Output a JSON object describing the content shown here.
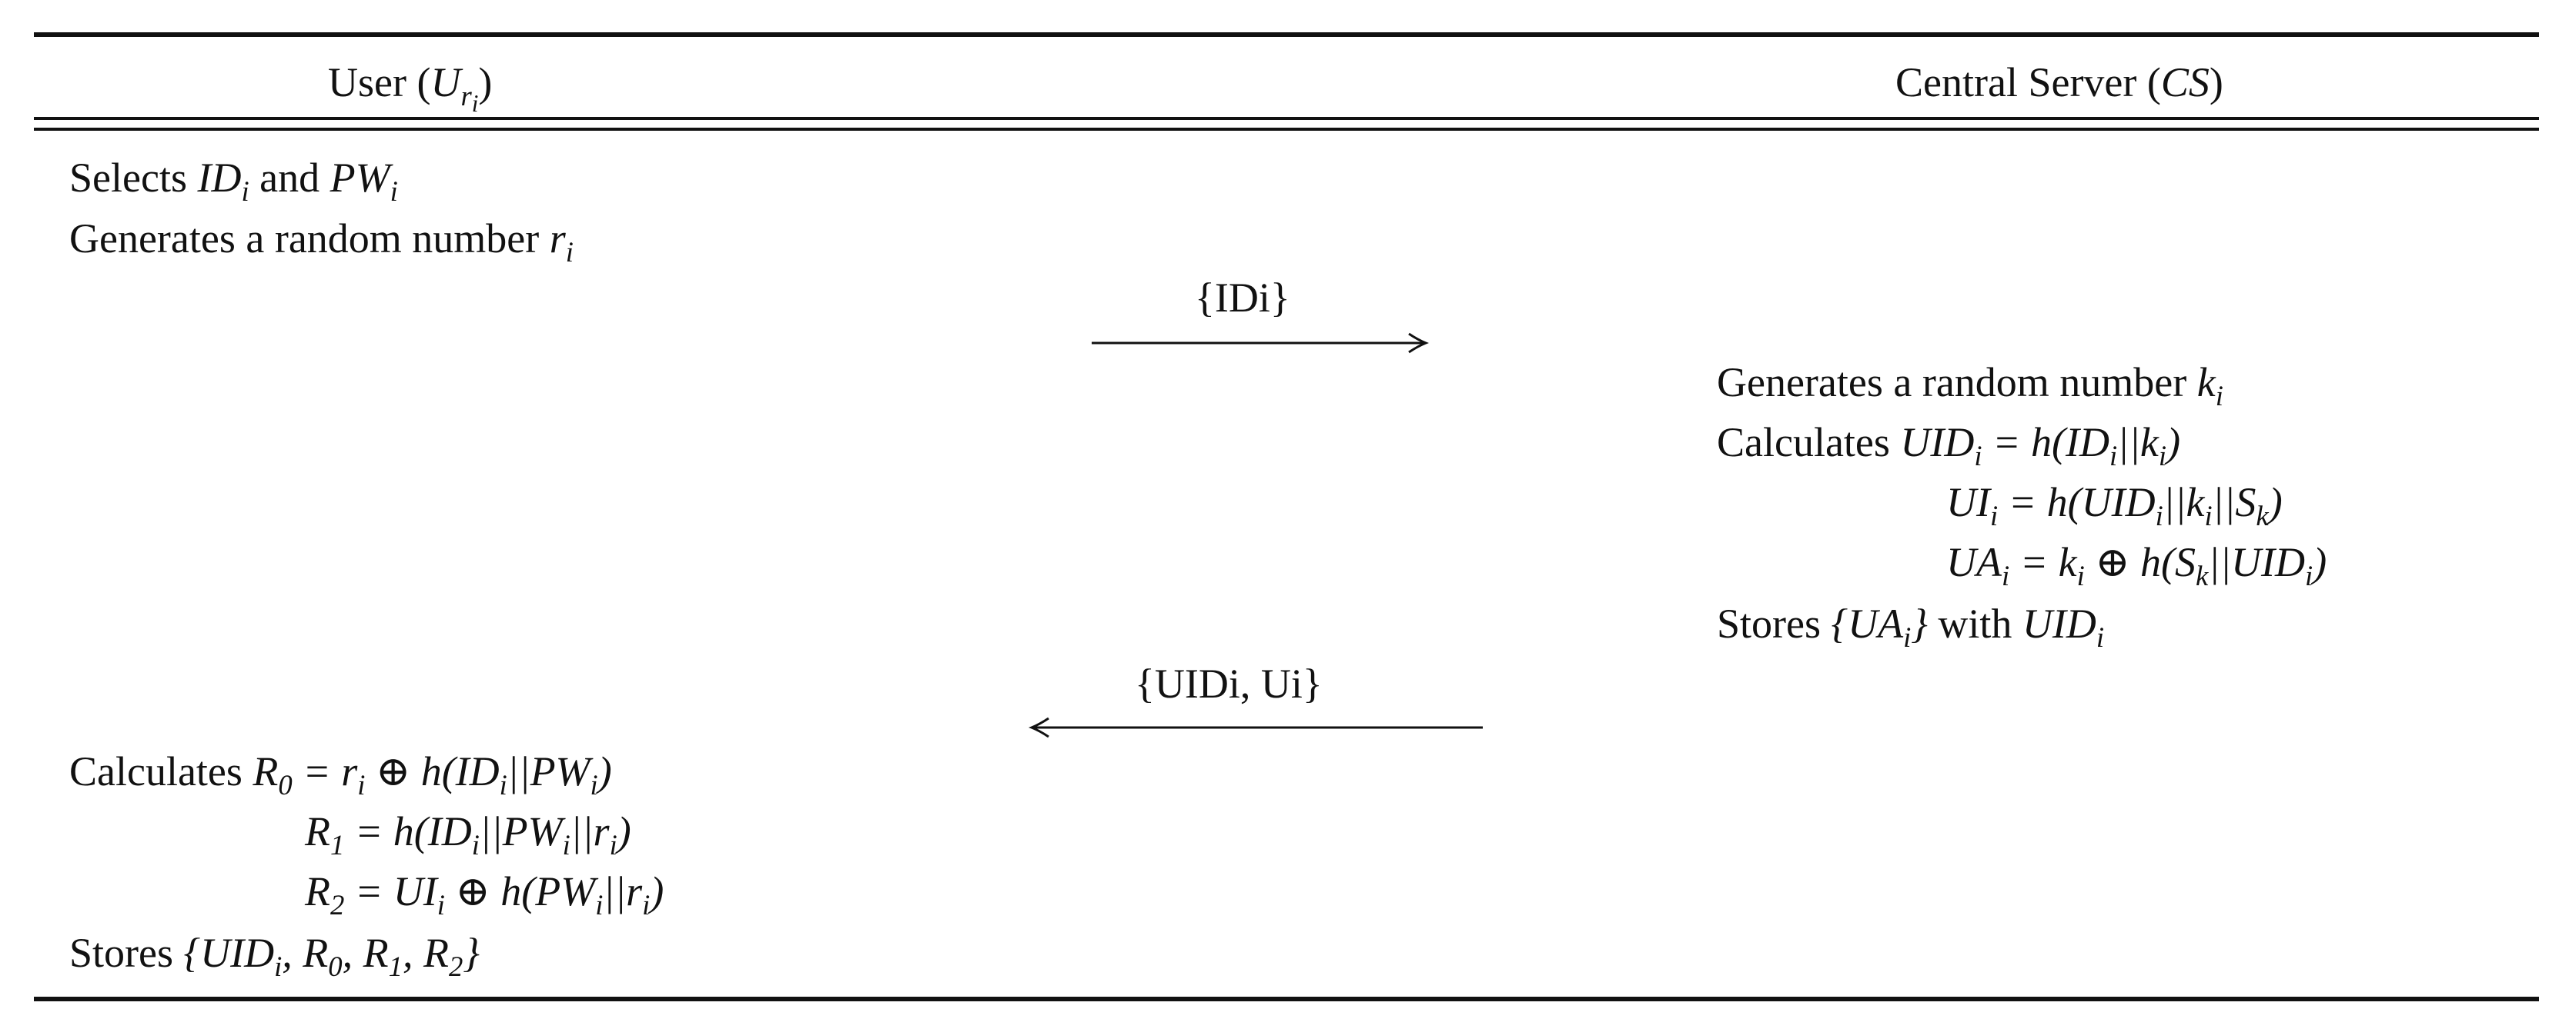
{
  "header": {
    "user_prefix": "User (",
    "user_var": "U",
    "user_sub": "r",
    "user_subsub": "i",
    "user_suffix": ")",
    "server_prefix": "Central Server (",
    "server_var": "CS",
    "server_suffix": ")"
  },
  "user_steps": {
    "selects_label": "Selects ",
    "selects_and": " and ",
    "generates_label": "Generates a random number ",
    "calculates_label": "Calculates ",
    "stores_label": "Stores "
  },
  "messages": {
    "to_server": "{IDi}",
    "to_user": "{UIDi, Ui}"
  },
  "server_steps": {
    "generates_label": "Generates a random number ",
    "calculates_label": "Calculates ",
    "stores_label": "Stores ",
    "stores_with": " with "
  }
}
